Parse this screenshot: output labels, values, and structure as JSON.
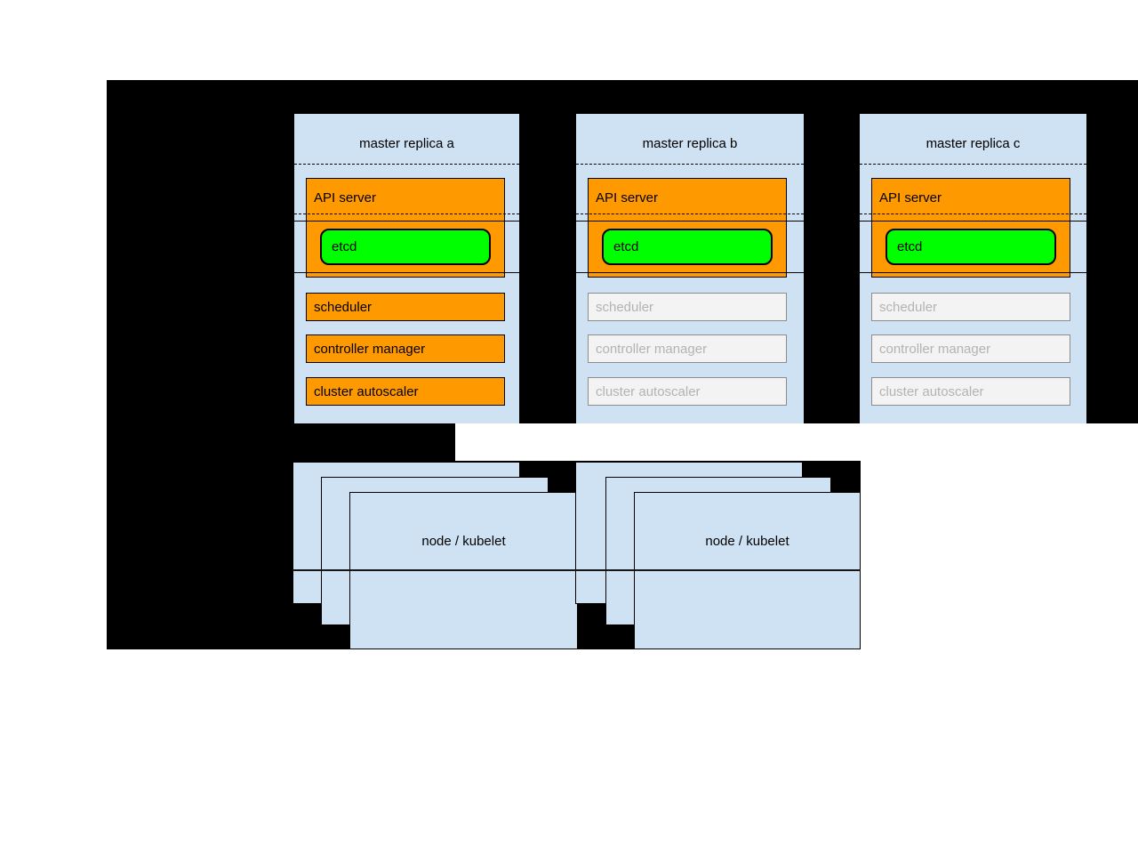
{
  "diagram": {
    "masters": [
      {
        "title": "master replica a",
        "state": "active",
        "api_server_label": "API server",
        "etcd_label": "etcd",
        "components": [
          "scheduler",
          "controller manager",
          "cluster autoscaler"
        ]
      },
      {
        "title": "master replica b",
        "state": "inactive",
        "api_server_label": "API server",
        "etcd_label": "etcd",
        "components": [
          "scheduler",
          "controller manager",
          "cluster autoscaler"
        ]
      },
      {
        "title": "master replica c",
        "state": "inactive",
        "api_server_label": "API server",
        "etcd_label": "etcd",
        "components": [
          "scheduler",
          "controller manager",
          "cluster autoscaler"
        ]
      }
    ],
    "node_stacks": [
      {
        "label": "node / kubelet"
      },
      {
        "label": "node / kubelet"
      }
    ]
  },
  "colors": {
    "bg_black": "#000000",
    "panel_blue": "#cfe2f3",
    "active_orange": "#ff9900",
    "etcd_green": "#00ff00",
    "inactive_fill": "#f3f3f3",
    "inactive_border": "#8c8c8c",
    "inactive_text": "#b3b3b3"
  }
}
